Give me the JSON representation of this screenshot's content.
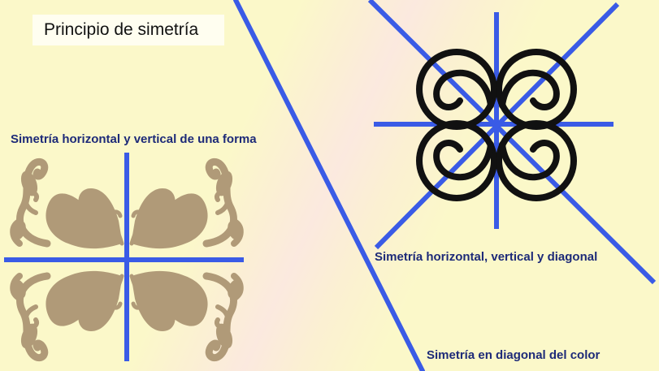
{
  "title": "Principio de simetría",
  "captions": {
    "horizontal_vertical": "Simetría horizontal y vertical de una forma",
    "horizontal_vertical_diagonal": "Simetría horizontal, vertical y diagonal",
    "diagonal_color": "Simetría en diagonal del color"
  },
  "colors": {
    "background": "#fbf8c9",
    "axis_blue": "#3a5be6",
    "ornament_tan": "#b09a78",
    "spiral_black": "#111111",
    "caption_navy": "#1d2a78"
  },
  "icons": {
    "ornament": "tan-scroll-heart-ornament",
    "spiral_motif": "four-spiral-adinkra-motif"
  }
}
